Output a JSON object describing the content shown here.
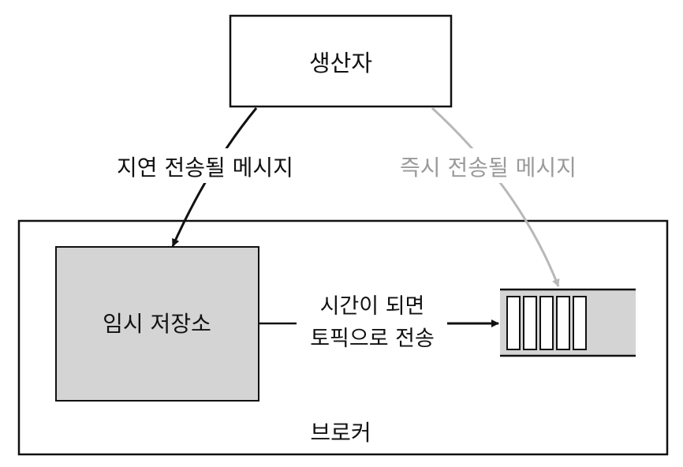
{
  "diagram": {
    "producer_label": "생산자",
    "delayed_label": "지연 전송될 메시지",
    "immediate_label": "즉시 전송될 메시지",
    "temp_storage_label": "임시 저장소",
    "transfer_line1": "시간이 되면",
    "transfer_line2": "토픽으로 전송",
    "broker_label": "브로커"
  },
  "colors": {
    "stroke": "#111111",
    "storage_fill": "#d4d4d4",
    "topic_fill": "#d4d4d4",
    "immediate_arrow": "#b8b8b8",
    "immediate_text": "#9a9a9a"
  }
}
